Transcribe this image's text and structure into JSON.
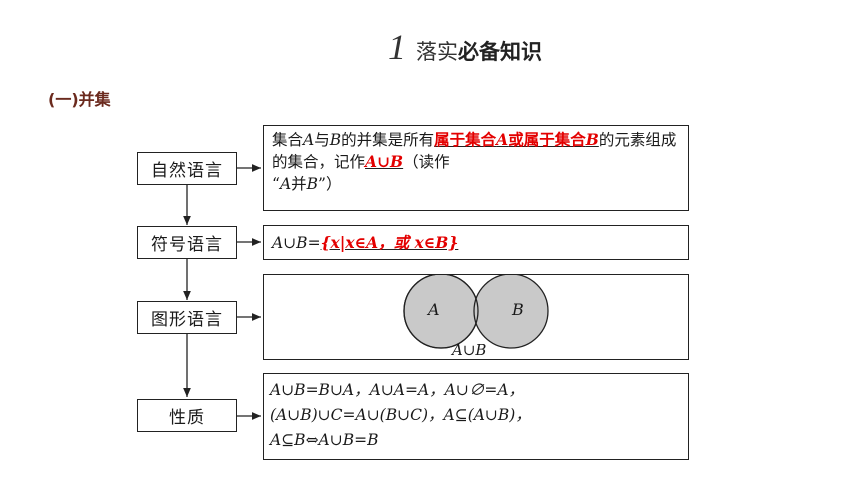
{
  "header": {
    "number": "1",
    "title_light": "落实",
    "title_bold": "必备知识"
  },
  "section_title": "(一)并集",
  "rows": {
    "natural": {
      "label": "自然语言",
      "parts": {
        "p1": "集合",
        "A": "A",
        "p2": "与",
        "B": "B",
        "p3": "的并集是所有",
        "red1": "属于集合",
        "redA": "A",
        "red2": "或属于集合",
        "redB": "B",
        "p4": "的元素组成的集合，记作",
        "union": "A∪B",
        "p5": "（读作",
        "q_open": "“",
        "qA": "A",
        "q_bing": "并",
        "qB": "B",
        "q_close": "”）"
      }
    },
    "symbol": {
      "label": "符号语言",
      "lhs": "A∪B=",
      "set": "{x|x∈A，或 x∈B}"
    },
    "graph": {
      "label": "图形语言",
      "circle_a": "A",
      "circle_b": "B",
      "caption": "A∪B"
    },
    "property": {
      "label": "性质",
      "line1": "A∪B=B∪A，A∪A=A，A∪∅=A，",
      "line2": "(A∪B)∪C=A∪(B∪C)，A⊆(A∪B)，",
      "line3": "A⊆B⇔A∪B=B"
    }
  }
}
